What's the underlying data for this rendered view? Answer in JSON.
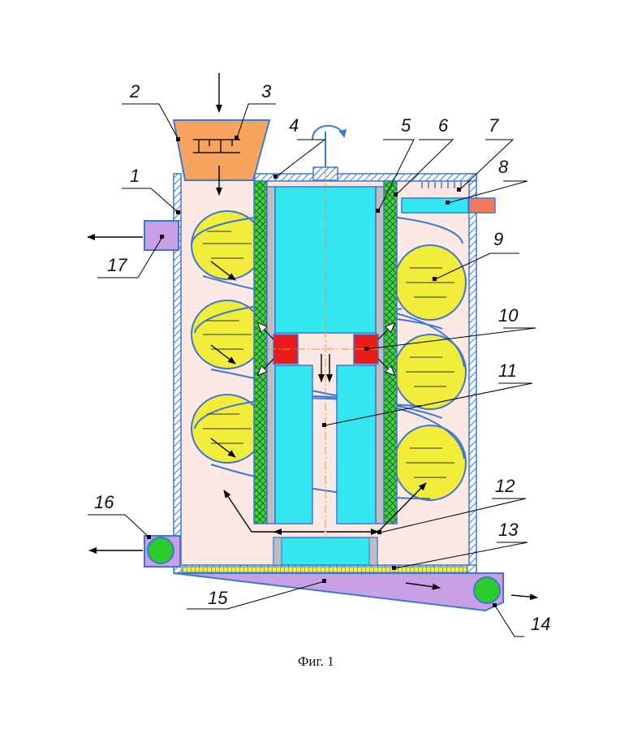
{
  "figure": {
    "caption": "Фиг. 1",
    "labels": [
      "1",
      "2",
      "3",
      "4",
      "5",
      "6",
      "7",
      "8",
      "9",
      "10",
      "11",
      "12",
      "13",
      "14",
      "15",
      "16",
      "17"
    ]
  },
  "colors": {
    "wall": "#3a78d6",
    "hatch": "#3a78d6",
    "inner": "#fde8e3",
    "hopper": "#f7a45f",
    "cylinder": "#33e6ef",
    "gray_wall": "#bdbdbd",
    "mesh": "#3fd13f",
    "ellipse": "#f2ec3a",
    "rotor": "#e81b1b",
    "outlet": "#c8a0e6",
    "roller": "#2ccc2c",
    "heater": "#33e6ef",
    "heater_end": "#f07a5a"
  }
}
